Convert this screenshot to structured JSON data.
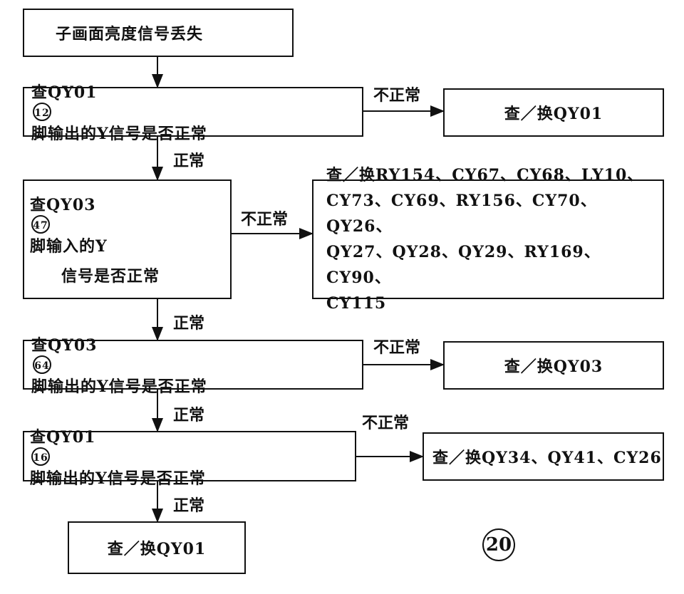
{
  "start": "子画面亮度信号丢失",
  "step1": {
    "pre": "查QY01",
    "pin": "12",
    "post": "脚输出的Y信号是否正常",
    "fail": "查／换QY01"
  },
  "step2": {
    "pre": "查QY03",
    "pin": "47",
    "post1": "脚输入的Y",
    "post2": "信号是否正常",
    "fail_lines": [
      "查／换RY154、CY67、CY68、LY10、",
      "CY73、CY69、RY156、CY70、QY26、",
      "QY27、QY28、QY29、RY169、CY90、",
      "CY115"
    ]
  },
  "step3": {
    "pre": "查QY03",
    "pin": "64",
    "post": "脚输出的Y信号是否正常",
    "fail": "查／换QY03"
  },
  "step4": {
    "pre": "查QY01",
    "pin": "16",
    "post": "脚输出的Y信号是否正常",
    "fail": "查／换QY34、QY41、CY26"
  },
  "end": "查／换QY01",
  "labels": {
    "normal": "正常",
    "abnormal": "不正常"
  },
  "page_number": "20"
}
